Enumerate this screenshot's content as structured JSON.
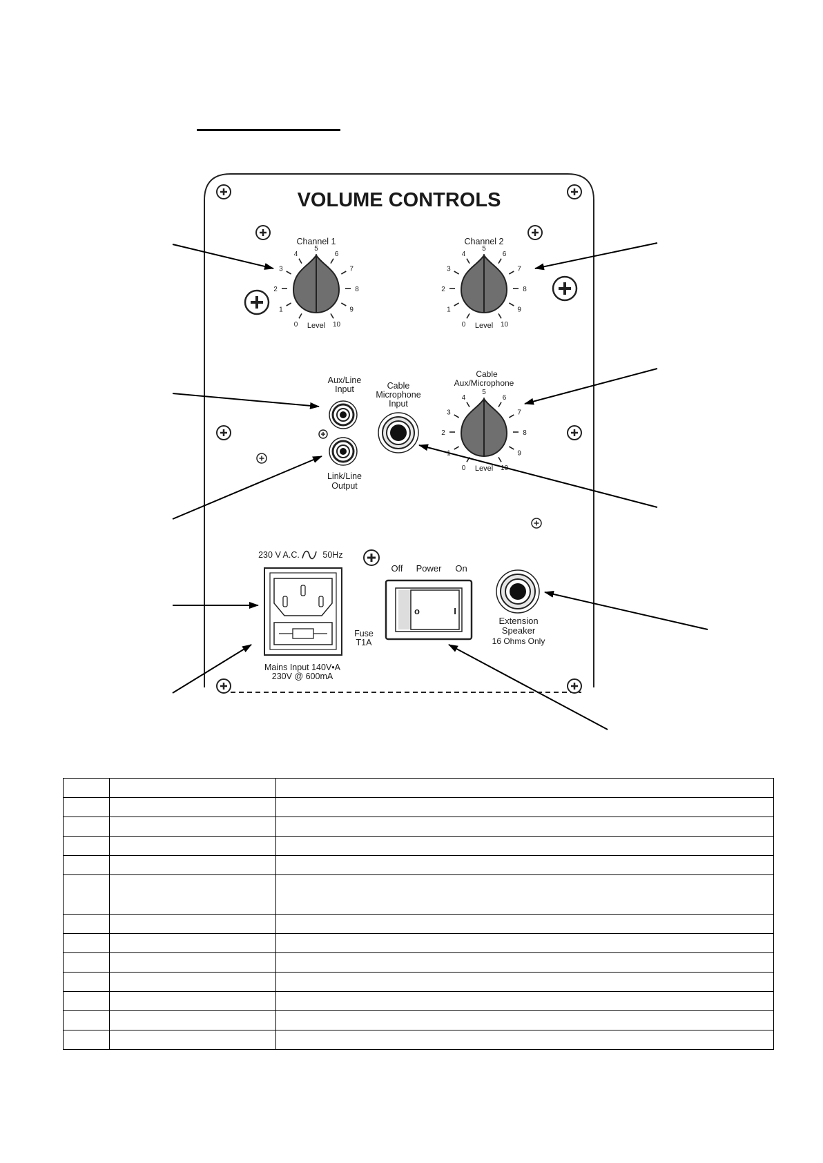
{
  "panel": {
    "title": "VOLUME CONTROLS",
    "channel1": {
      "name": "Channel 1",
      "level_label": "Level"
    },
    "channel2": {
      "name": "Channel 2",
      "level_label": "Level"
    },
    "aux_mic": {
      "name_line1": "Cable",
      "name_line2": "Aux/Microphone",
      "level_label": "Level"
    },
    "knob_scale": [
      "0",
      "1",
      "2",
      "3",
      "4",
      "5",
      "6",
      "7",
      "8",
      "9",
      "10"
    ],
    "aux_line_input": [
      "Aux/Line",
      "Input"
    ],
    "link_line_output": [
      "Link/Line",
      "Output"
    ],
    "cable_mic_input": [
      "Cable",
      "Microphone",
      "Input"
    ],
    "mains_voltage": "230 V A.C.",
    "mains_freq": "50Hz",
    "mains_input": [
      "Mains Input 140V•A",
      "230V @ 600mA"
    ],
    "fuse": [
      "Fuse",
      "T1A"
    ],
    "power_switch": {
      "off": "Off",
      "label": "Power",
      "on": "On",
      "off_symbol": "o",
      "on_symbol": "I"
    },
    "extension_speaker": [
      "Extension",
      "Speaker",
      "16 Ohms Only"
    ]
  },
  "parts_table": {
    "rows": 13,
    "tall_row_index": 5
  },
  "colors": {
    "ink": "#1a1a1a",
    "knob": "#6f6f6f",
    "panel_bg": "#ffffff"
  }
}
